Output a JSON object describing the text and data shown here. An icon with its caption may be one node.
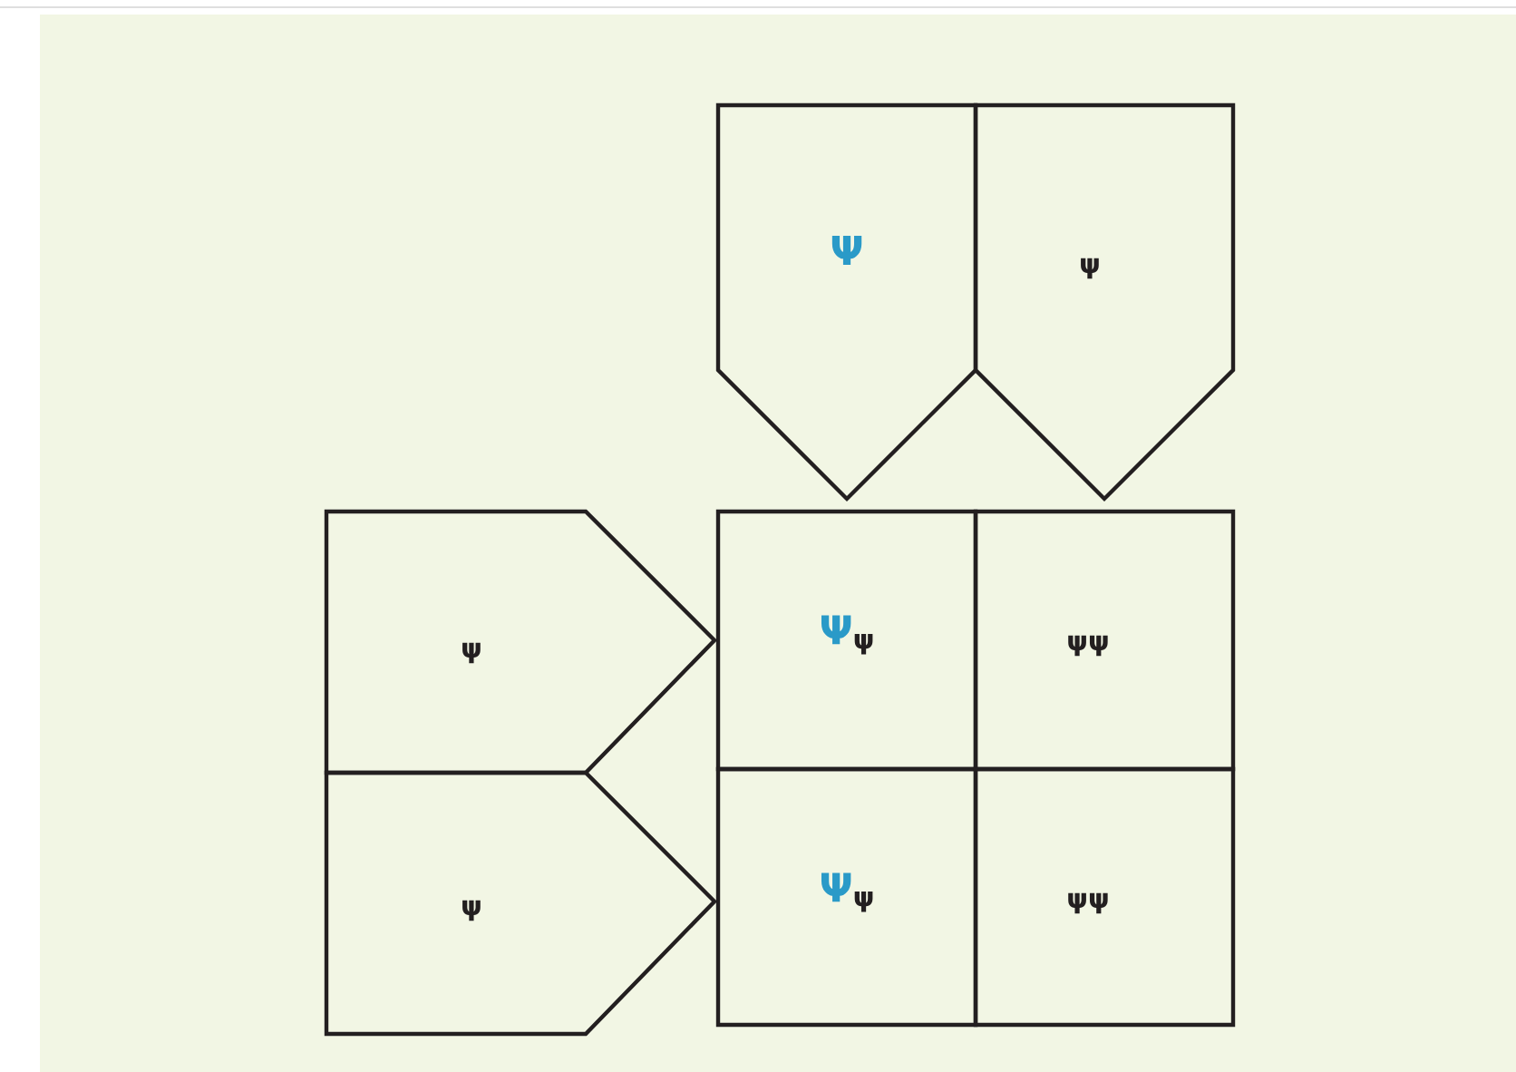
{
  "diagram": {
    "nodes": [
      {
        "text": [
          "Ψ"
        ]
      },
      {
        "text": [
          "ψ"
        ]
      },
      {
        "text": [
          "ψ"
        ]
      },
      {
        "text": [
          "ψ"
        ]
      },
      {
        "text": [
          "Ψ",
          "ψ"
        ]
      },
      {
        "text": [
          "ψψ"
        ]
      },
      {
        "text": [
          "Ψ",
          "ψ"
        ]
      },
      {
        "text": [
          "ψψ"
        ]
      }
    ]
  }
}
